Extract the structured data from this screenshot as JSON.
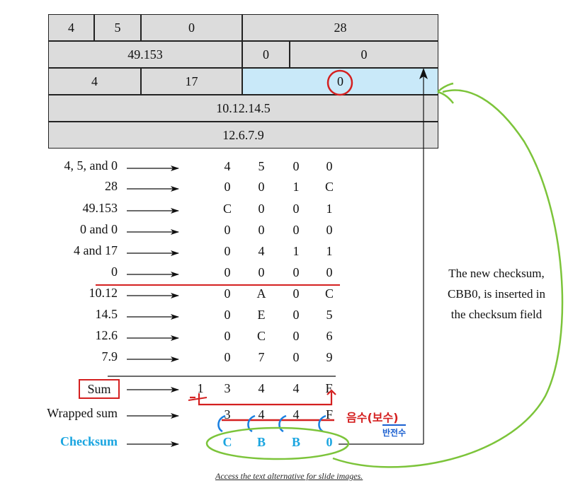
{
  "header": {
    "row1": [
      "4",
      "5",
      "0",
      "28"
    ],
    "row2": [
      "49.153",
      "0",
      "0"
    ],
    "row3": [
      "4",
      "17",
      "0"
    ],
    "row4": [
      "10.12.14.5"
    ],
    "row5": [
      "12.6.7.9"
    ]
  },
  "rows": [
    {
      "label": "4, 5, and 0",
      "digits": [
        "4",
        "5",
        "0",
        "0"
      ]
    },
    {
      "label": "28",
      "digits": [
        "0",
        "0",
        "1",
        "C"
      ]
    },
    {
      "label": "49.153",
      "digits": [
        "C",
        "0",
        "0",
        "1"
      ]
    },
    {
      "label": "0 and 0",
      "digits": [
        "0",
        "0",
        "0",
        "0"
      ]
    },
    {
      "label": "4 and 17",
      "digits": [
        "0",
        "4",
        "1",
        "1"
      ]
    },
    {
      "label": "0",
      "digits": [
        "0",
        "0",
        "0",
        "0"
      ]
    },
    {
      "label": "10.12",
      "digits": [
        "0",
        "A",
        "0",
        "C"
      ]
    },
    {
      "label": "14.5",
      "digits": [
        "0",
        "E",
        "0",
        "5"
      ]
    },
    {
      "label": "12.6",
      "digits": [
        "0",
        "C",
        "0",
        "6"
      ]
    },
    {
      "label": "7.9",
      "digits": [
        "0",
        "7",
        "0",
        "9"
      ]
    }
  ],
  "sum": {
    "label": "Sum",
    "carry": "1",
    "digits": [
      "3",
      "4",
      "4",
      "E"
    ]
  },
  "wrapped": {
    "label": "Wrapped sum",
    "digits": [
      "3",
      "4",
      "4",
      "F"
    ]
  },
  "checksum": {
    "label": "Checksum",
    "digits": [
      "C",
      "B",
      "B",
      "0"
    ]
  },
  "note_lines": [
    "The new checksum,",
    "CBB0, is inserted in",
    "the checksum field"
  ],
  "annotations": {
    "korean_top": "음수(보수)",
    "korean_bottom": "반전수"
  },
  "caption": "Access the text alternative for slide images.",
  "colors": {
    "cell_gray": "#dcdcdc",
    "cell_blue": "#c9e9f9",
    "red": "#d42020",
    "blue": "#1aa5e0",
    "green": "#7cc43a"
  }
}
